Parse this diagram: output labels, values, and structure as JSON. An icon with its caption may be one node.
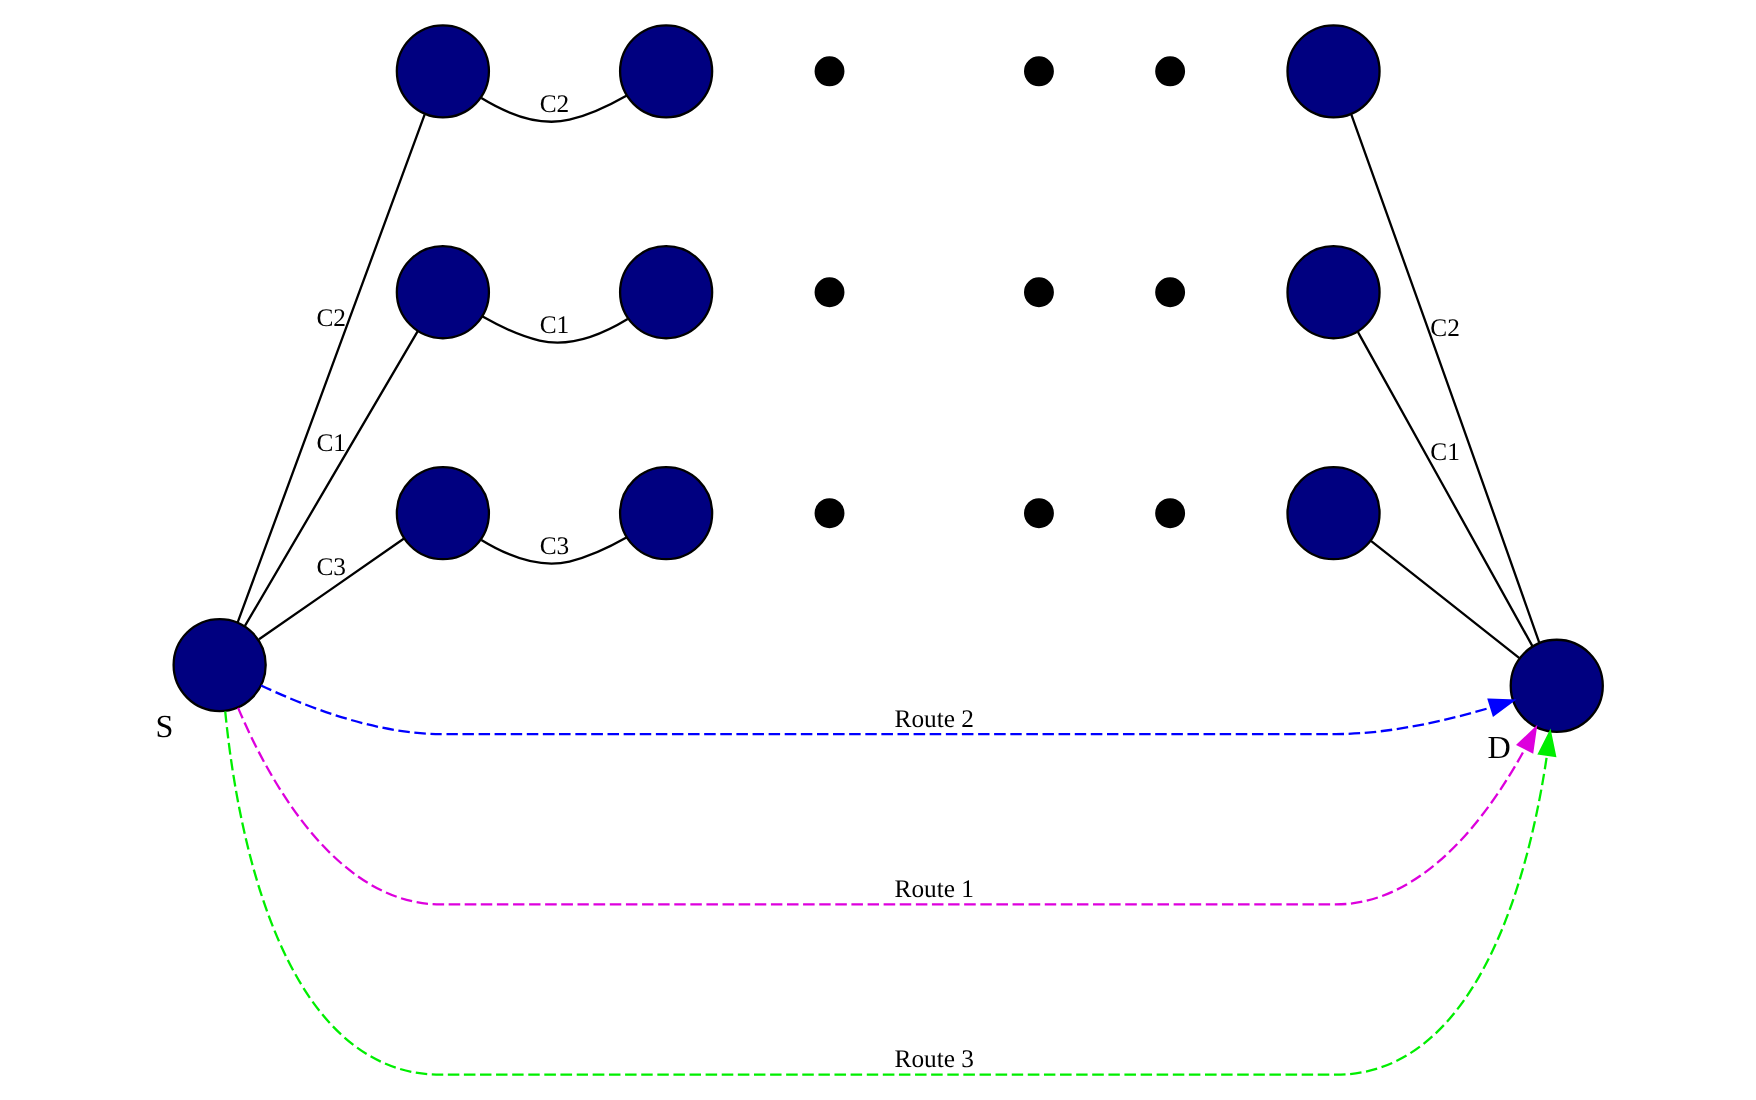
{
  "diagram": {
    "nodes": [
      {
        "text": [],
        "shape": "circle",
        "beside": [
          "S"
        ]
      },
      {
        "text": [],
        "shape": "circle"
      },
      {
        "text": [],
        "shape": "circle"
      },
      {
        "text": [],
        "shape": "dot"
      },
      {
        "text": [],
        "shape": "dot"
      },
      {
        "text": [],
        "shape": "dot"
      },
      {
        "text": [],
        "shape": "circle"
      },
      {
        "text": [],
        "shape": "circle"
      },
      {
        "text": [],
        "shape": "circle"
      },
      {
        "text": [],
        "shape": "dot"
      },
      {
        "text": [],
        "shape": "dot"
      },
      {
        "text": [],
        "shape": "dot"
      },
      {
        "text": [],
        "shape": "circle"
      },
      {
        "text": [],
        "shape": "circle"
      },
      {
        "text": [],
        "shape": "circle"
      },
      {
        "text": [],
        "shape": "dot"
      },
      {
        "text": [],
        "shape": "dot"
      },
      {
        "text": [],
        "shape": "dot"
      },
      {
        "text": [],
        "shape": "circle"
      },
      {
        "text": [],
        "shape": "circle",
        "beside": [
          "D"
        ]
      }
    ],
    "edges": [
      {
        "from": 0,
        "to": 19,
        "arrow": "to",
        "label": "Route 2",
        "style": "dashed",
        "color": "#0000ff"
      },
      {
        "from": 0,
        "to": 1,
        "arrow": "none",
        "label": "C2"
      },
      {
        "from": 1,
        "to": 2,
        "arrow": "none",
        "label": "C2"
      },
      {
        "from": 6,
        "to": 19,
        "arrow": "none",
        "label": "C2"
      },
      {
        "from": 0,
        "to": 19,
        "arrow": "to",
        "label": "Route 1",
        "style": "dashed",
        "color": "#dd00dd"
      },
      {
        "from": 0,
        "to": 7,
        "arrow": "none",
        "label": "C1"
      },
      {
        "from": 7,
        "to": 8,
        "arrow": "none",
        "label": "C1"
      },
      {
        "from": 12,
        "to": 19,
        "arrow": "none",
        "label": "C1"
      },
      {
        "from": 0,
        "to": 13,
        "arrow": "none",
        "label": "C3"
      },
      {
        "from": 13,
        "to": 14,
        "arrow": "none",
        "label": "C3"
      },
      {
        "from": 18,
        "to": 19,
        "arrow": "none"
      },
      {
        "from": 0,
        "to": 19,
        "arrow": "to",
        "label": "Route 3",
        "style": "dashed",
        "color": "#00ee00"
      }
    ]
  }
}
